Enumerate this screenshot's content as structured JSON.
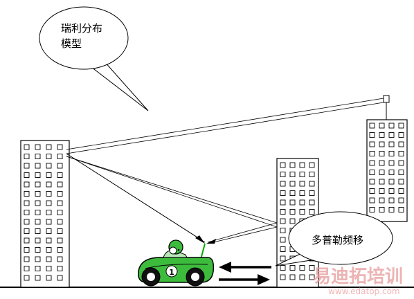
{
  "callouts": {
    "rayleigh_line1": "瑞利分布",
    "rayleigh_line2": "模型",
    "doppler": "多普勒频移"
  },
  "car": {
    "number": "1",
    "body_color": "#3dbb3d",
    "antenna_color": "#00aa00"
  },
  "watermark": {
    "title": "易迪拓培训",
    "url": "www.edatop.com",
    "color": "#e89a9a"
  },
  "icons": [
    "building-icon",
    "antenna-tower-icon",
    "car-icon",
    "arrow-left-icon",
    "arrow-right-icon"
  ]
}
